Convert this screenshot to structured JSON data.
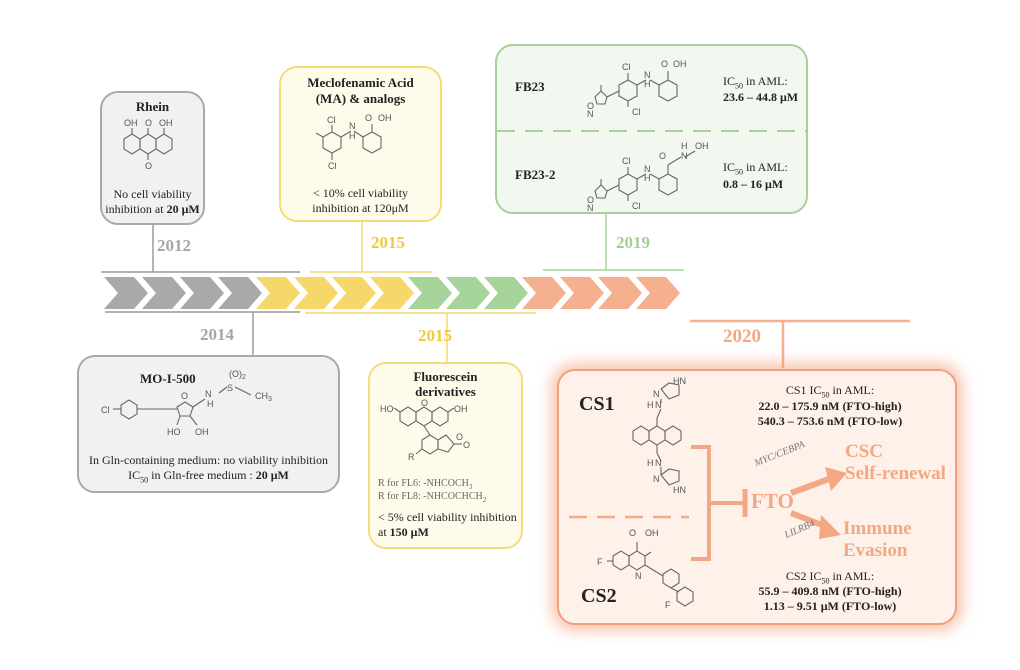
{
  "timeline": {
    "years": {
      "y2012": "2012",
      "y2014": "2014",
      "y2015a": "2015",
      "y2015b": "2015",
      "y2019": "2019",
      "y2020": "2020"
    },
    "colors": {
      "gray": "#a9a9a9",
      "yellow": "#f6d86a",
      "green": "#a6d39a",
      "orange": "#f4b08f"
    }
  },
  "rhein": {
    "title": "Rhein",
    "desc1": "No cell viability",
    "desc2_a": "inhibition at ",
    "desc2_b": "20 μM",
    "atoms": {
      "oh1": "OH",
      "o1": "O",
      "oh2": "OH",
      "o2": "O"
    }
  },
  "ma": {
    "title1": "Meclofenamic Acid",
    "title2": "(MA) & analogs",
    "desc1": "< 10% cell viability",
    "desc2": "inhibition at 120μM",
    "atoms": {
      "cl1": "Cl",
      "cl2": "Cl",
      "oh": "OH",
      "o": "O",
      "n": "N",
      "h": "H"
    }
  },
  "fb23": {
    "name": "FB23",
    "ic_label": "IC",
    "ic_sub": "50",
    "ic_suffix": " in AML:",
    "range": "23.6 – 44.8 μM",
    "atoms": {
      "cl1": "Cl",
      "cl2": "Cl",
      "oh": "OH",
      "o": "O",
      "n": "N",
      "h": "H",
      "ring_o": "O",
      "ring_n": "N"
    }
  },
  "fb23_2": {
    "name": "FB23-2",
    "ic_label": "IC",
    "ic_sub": "50",
    "ic_suffix": " in AML:",
    "range": "0.8 – 16 μM",
    "atoms": {
      "cl1": "Cl",
      "cl2": "Cl",
      "o": "O",
      "oh": "OH",
      "n": "N",
      "h": "H",
      "nh": "N",
      "ring_o": "O",
      "ring_n": "N"
    }
  },
  "moi500": {
    "title": "MO-I-500",
    "desc1": "In Gln-containing medium: no viability inhibition",
    "desc2_a": "IC",
    "desc2_sub": "50",
    "desc2_b": " in Gln-free medium : ",
    "desc2_c": "20 μM",
    "atoms": {
      "cl": "Cl",
      "o": "O",
      "nh": "N",
      "h": "H",
      "ho": "HO",
      "oh": "OH",
      "o2": "(O)",
      "o2sub": "2",
      "s": "S",
      "ch3": "CH",
      "ch3sub": "3"
    }
  },
  "fluor": {
    "title1": "Fluorescein",
    "title2": "derivatives",
    "r_fl6_a": "R for FL6: -NHCOCH",
    "r_fl6_sub": "3",
    "r_fl8_a": "R for FL8: -NHCOCHCH",
    "r_fl8_sub": "2",
    "desc1": "< 5% cell viability inhibition",
    "desc2_a": "at ",
    "desc2_b": "150 μM",
    "atoms": {
      "ho": "HO",
      "o": "O",
      "oh": "OH",
      "r": "R",
      "o2": "O",
      "o3": "O"
    }
  },
  "cs": {
    "cs1": "CS1",
    "cs2": "CS2",
    "cs1_ic_a": "CS1 IC",
    "cs1_ic_sub": "50",
    "cs1_ic_b": " in AML:",
    "cs1_r1": "22.0 – 175.9 nM (FTO-high)",
    "cs1_r2": "540.3 – 753.6 nM (FTO-low)",
    "cs2_ic_a": "CS2 IC",
    "cs2_ic_sub": "50",
    "cs2_ic_b": " in AML:",
    "cs2_r1": "55.9 – 409.8 nM (FTO-high)",
    "cs2_r2": "1.13 – 9.51 μM (FTO-low)",
    "fto": "FTO",
    "csc1": "CSC",
    "csc2": "Self-renewal",
    "imm1": "Immune",
    "imm2": "Evasion",
    "myc": "MYC/CEBPA",
    "lilrb4": "LILRB4",
    "atoms": {
      "hn1": "HN",
      "n1": "N",
      "n2": "N",
      "hn2": "HN",
      "n3": "N",
      "n4": "N",
      "f": "F",
      "oh": "OH",
      "o": "O",
      "n5": "N",
      "f2": "F",
      "h1": "H",
      "h2": "H",
      "h3": "H",
      "h4": "H"
    }
  }
}
